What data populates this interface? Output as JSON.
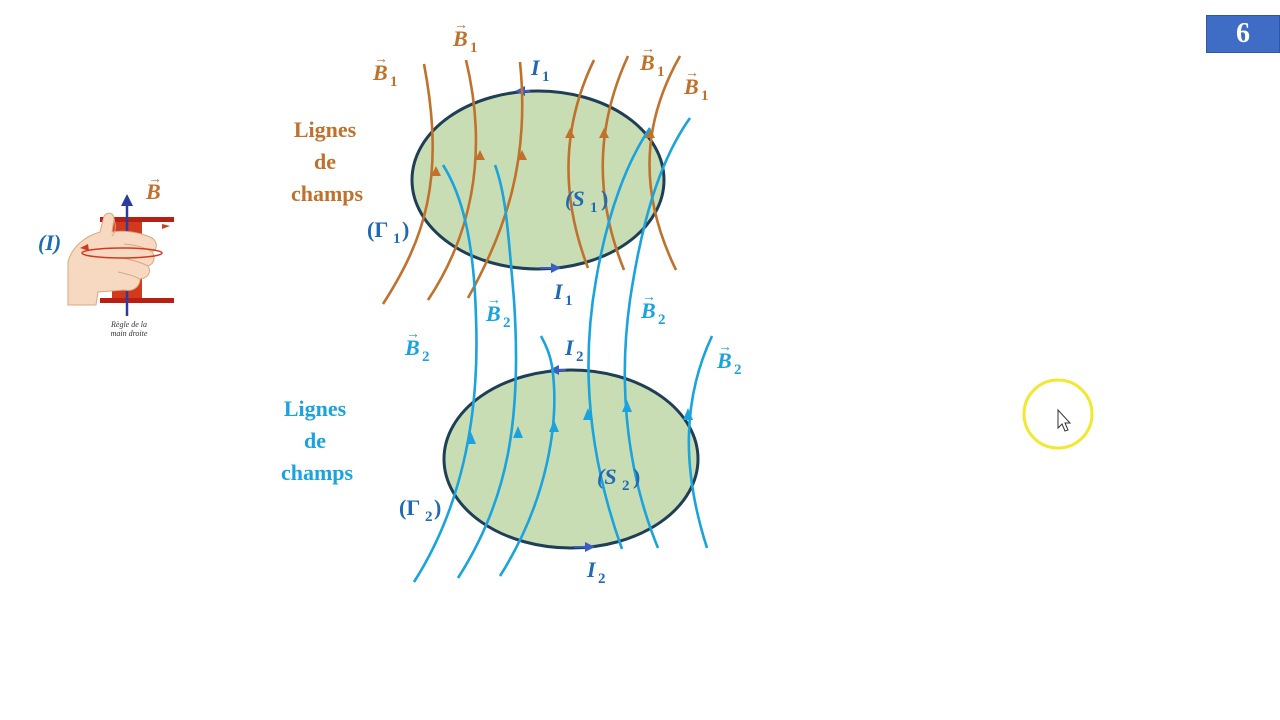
{
  "slide_number": "6",
  "colors": {
    "field1": "#c0712b",
    "field2": "#1aa3dc",
    "loop_fill": "#c9ddb4",
    "loop_stroke": "#1f3e57",
    "current_arrow": "#3a5ec4",
    "label_blue": "#1f6ab3",
    "cursor_ring": "#f2e830"
  },
  "inset": {
    "field_label": "B",
    "current_label": "(I)",
    "caption_line1": "Règle de la",
    "caption_line2": "main droite"
  },
  "top_loop": {
    "title_lines": [
      "Lignes",
      "de",
      "champs"
    ],
    "contour_label": "(Γ",
    "contour_sub": "1",
    "surface_label": "(S",
    "surface_sub": "1",
    "field_vector": "B",
    "field_sub": "1",
    "current": "I",
    "current_sub": "1"
  },
  "bottom_loop": {
    "title_lines": [
      "Lignes",
      "de",
      "champs"
    ],
    "contour_label": "(Γ",
    "contour_sub": "2",
    "surface_label": "(S",
    "surface_sub": "2",
    "field_vector": "B",
    "field_sub": "2",
    "current": "I",
    "current_sub": "2"
  },
  "close_paren": ")"
}
